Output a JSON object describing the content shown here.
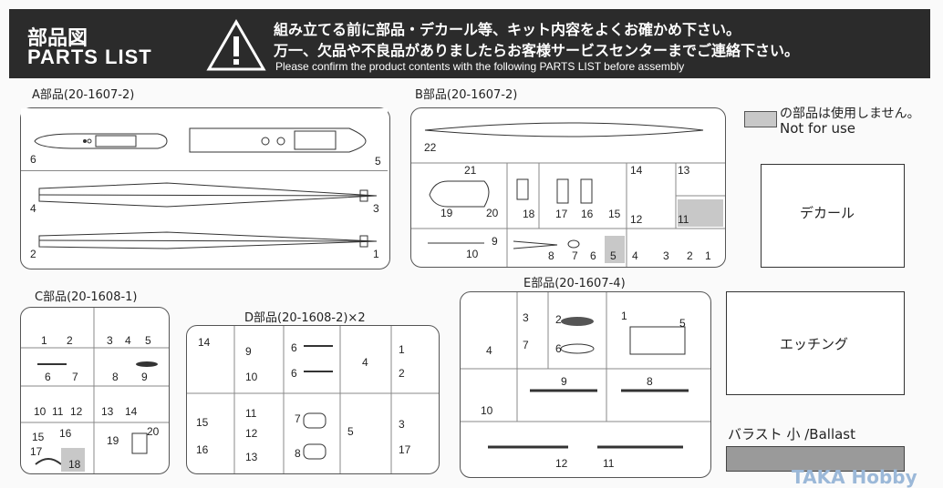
{
  "header": {
    "title_jp": "部品図",
    "title_en": "PARTS LIST",
    "warning_line1": "組み立てる前に部品・デカール等、キット内容をよくお確かめ下さい。",
    "warning_line2": "万一、欠品や不良品がありましたらお客様サービスセンターまでご連絡下さい。",
    "warning_line3": "Please confirm the product contents with the following PARTS LIST before assembly"
  },
  "sprues": {
    "a": {
      "title": "A部品(20-1607-2)",
      "parts": [
        "6",
        "5",
        "4",
        "3",
        "2",
        "1"
      ]
    },
    "b": {
      "title": "B部品(20-1607-2)",
      "parts": [
        "22",
        "21",
        "19",
        "20",
        "18",
        "17",
        "16",
        "15",
        "14",
        "13",
        "12",
        "11",
        "9",
        "10",
        "8",
        "7",
        "6",
        "5",
        "4",
        "3",
        "2",
        "1"
      ]
    },
    "c": {
      "title": "C部品(20-1608-1)",
      "parts": [
        "1",
        "2",
        "3",
        "4",
        "5",
        "6",
        "7",
        "8",
        "9",
        "10",
        "11",
        "12",
        "13",
        "14",
        "15",
        "16",
        "17",
        "18",
        "19",
        "20"
      ]
    },
    "d": {
      "title": "D部品(20-1608-2)×2",
      "parts": [
        "14",
        "9",
        "10",
        "6",
        "6",
        "4",
        "1",
        "2",
        "15",
        "16",
        "11",
        "12",
        "13",
        "7",
        "8",
        "5",
        "3",
        "17"
      ]
    },
    "e": {
      "title": "E部品(20-1607-4)",
      "parts": [
        "4",
        "3",
        "7",
        "2",
        "6",
        "1",
        "5",
        "10",
        "9",
        "8",
        "12",
        "11"
      ]
    }
  },
  "legend": {
    "unused_jp": "の部品は使用しません。",
    "unused_en": "Not for use",
    "decal": "デカール",
    "etching": "エッチング",
    "ballast": "バラスト 小 /Ballast"
  },
  "watermark": "TAKA Hobby"
}
